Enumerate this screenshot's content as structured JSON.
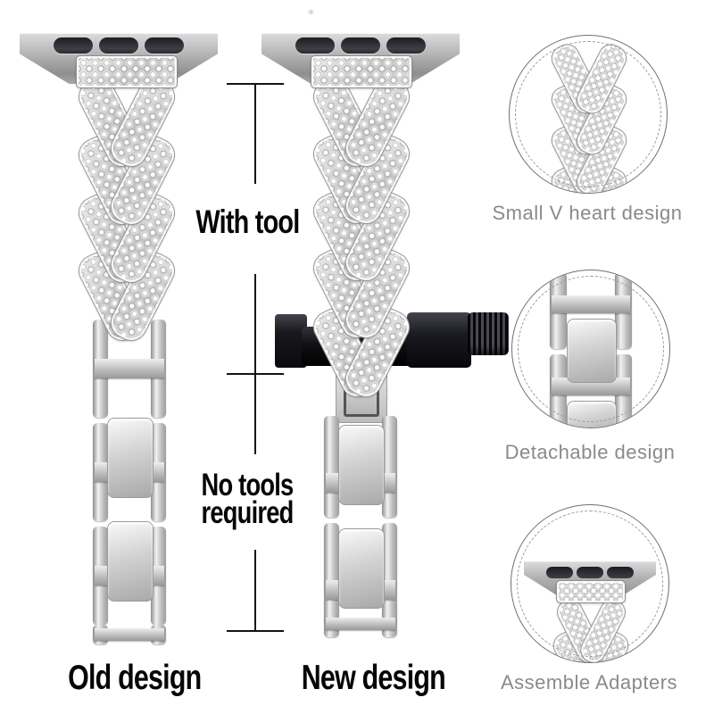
{
  "annotations": {
    "with_tool": "With tool",
    "no_tools_line1": "No tools",
    "no_tools_line2": "required",
    "old_design": "Old design",
    "new_design": "New design"
  },
  "details": {
    "items": [
      {
        "label": "Small V heart design"
      },
      {
        "label": "Detachable design"
      },
      {
        "label": "Assemble Adapters"
      }
    ]
  },
  "colors": {
    "background": "#ffffff",
    "label_text": "#060606",
    "caption_text": "#8a8a8a",
    "metal_light": "#f0f0f0",
    "metal_mid": "#c2c2c2",
    "metal_dark": "#8e8e8e",
    "slot_dark": "#2a2a30",
    "tool_black": "#15151a",
    "annotation_line": "#141414"
  }
}
